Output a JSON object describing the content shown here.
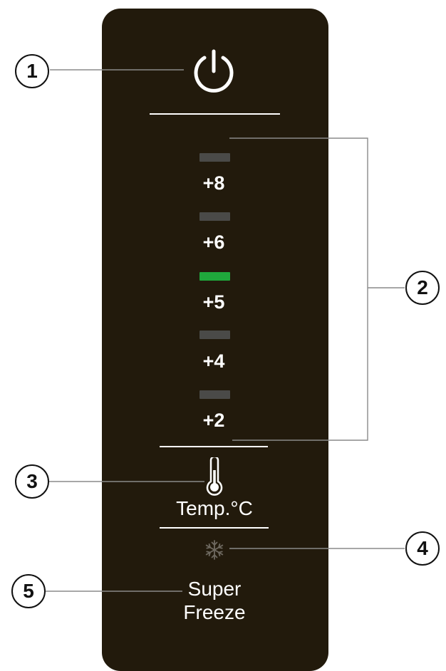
{
  "control_panel": {
    "panel_color": "#221a0c",
    "power_button": {
      "icon": "power-icon"
    },
    "temperature_levels": [
      {
        "label": "+8",
        "active": false
      },
      {
        "label": "+6",
        "active": false
      },
      {
        "label": "+5",
        "active": true
      },
      {
        "label": "+4",
        "active": false
      },
      {
        "label": "+2",
        "active": false
      }
    ],
    "led_active_color": "#1fa83c",
    "led_inactive_color": "#4a4a48",
    "temp_button": {
      "icon": "thermometer-icon",
      "label": "Temp.°C"
    },
    "super_freeze": {
      "icon": "snowflake-icon",
      "label_line1": "Super",
      "label_line2": "Freeze"
    }
  },
  "callouts": [
    "1",
    "2",
    "3",
    "4",
    "5"
  ]
}
